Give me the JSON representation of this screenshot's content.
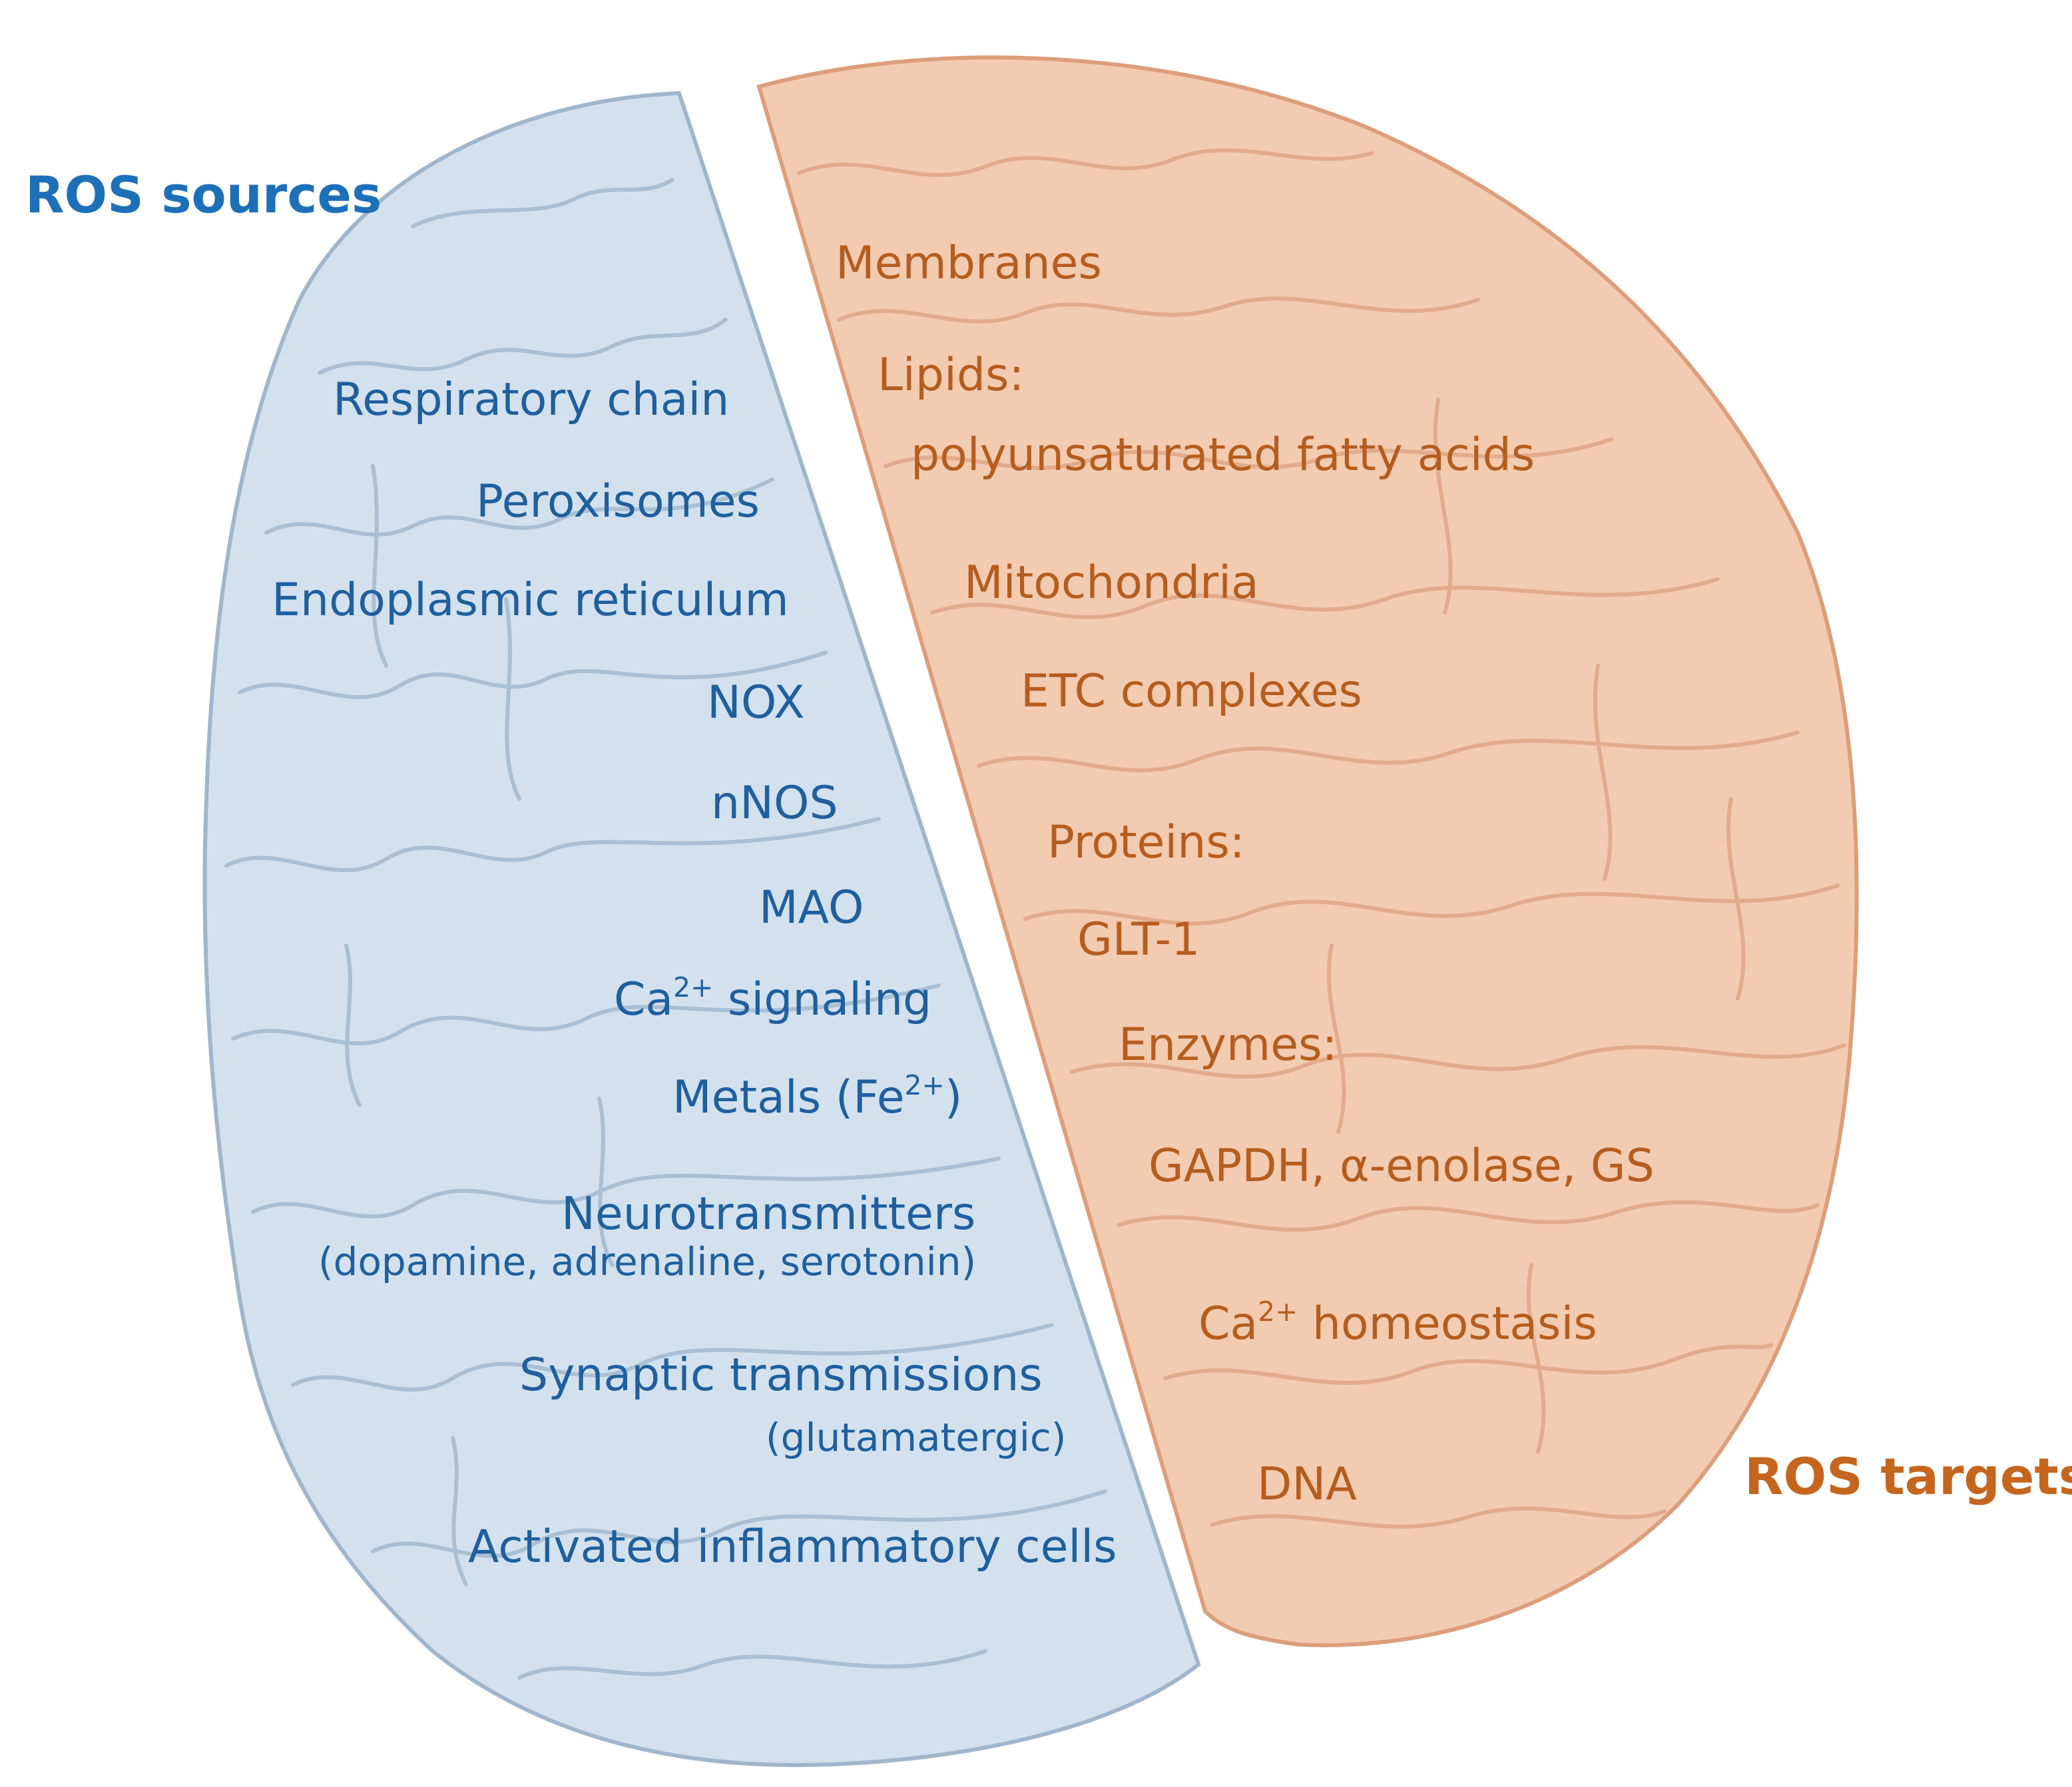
{
  "headings": {
    "sources": "ROS sources",
    "targets": "ROS targets"
  },
  "sources": {
    "respiratory_chain": "Respiratory chain",
    "peroxisomes": "Peroxisomes",
    "endoplasmic_reticulum": "Endoplasmic reticulum",
    "nox": "NOX",
    "nnos": "nNOS",
    "mao": "MAO",
    "ca_signaling": {
      "base": "Ca",
      "sup": "2+",
      "rest": " signaling"
    },
    "metals": {
      "base": "Metals (Fe",
      "sup": "2+",
      "rest": ")"
    },
    "neurotransmitters": "Neurotransmitters",
    "neurotransmitters_detail": "(dopamine, adrenaline, serotonin)",
    "synaptic": "Synaptic transmissions",
    "synaptic_detail": "(glutamatergic)",
    "inflammatory": "Activated inflammatory cells"
  },
  "targets": {
    "membranes": "Membranes",
    "lipids": "Lipids:",
    "pufa": "polyunsaturated fatty acids",
    "mitochondria": "Mitochondria",
    "etc": "ETC complexes",
    "proteins": "Proteins:",
    "glt1": "GLT-1",
    "enzymes": "Enzymes:",
    "enzyme_list": "GAPDH,  α-enolase, GS",
    "ca_homeostasis": {
      "base": "Ca",
      "sup": "2+",
      "rest": " homeostasis"
    },
    "dna": "DNA"
  },
  "colors": {
    "source_text": "#1f5f9e",
    "source_heading": "#1d70b8",
    "target_text": "#b55d1f",
    "target_heading": "#c4661e",
    "left_hemisphere_fill": "#d3e1ee",
    "right_hemisphere_fill": "#f3cbb1"
  }
}
